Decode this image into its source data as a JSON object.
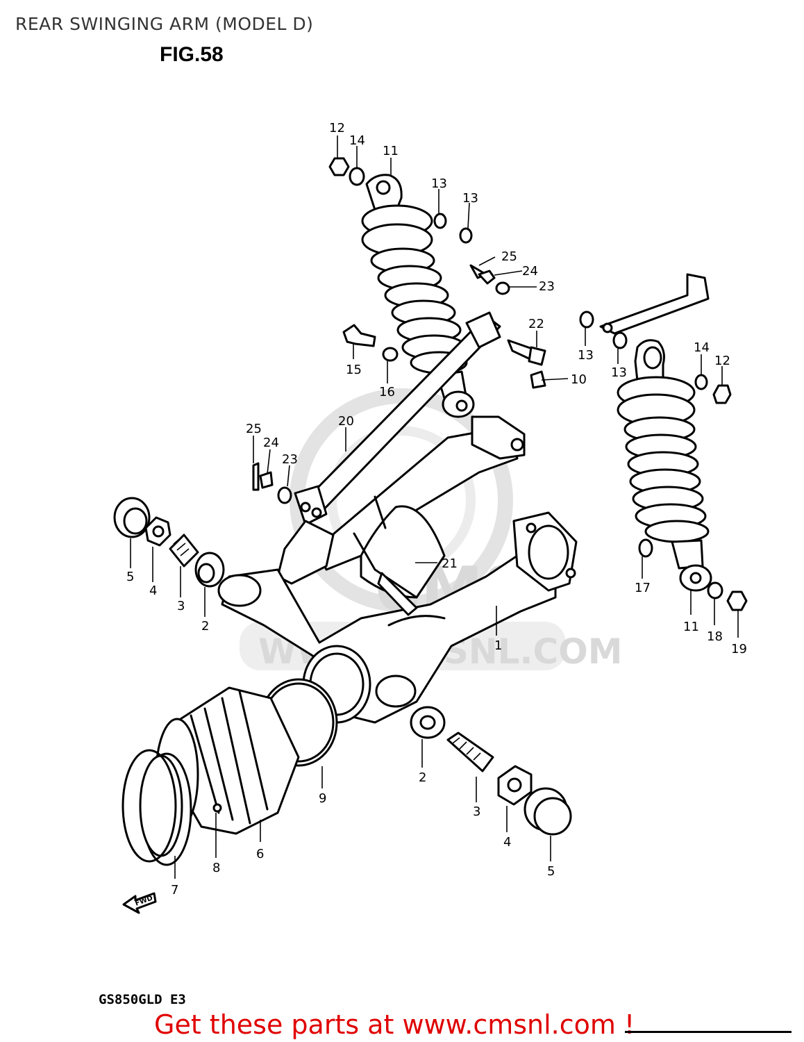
{
  "header": {
    "title": "REAR SWINGING ARM (MODEL D)",
    "figure": "FIG.58"
  },
  "watermark": {
    "text": "WWW.CMSNL.COM",
    "logo": "CMS"
  },
  "callouts": [
    {
      "id": "c12a",
      "label": "12"
    },
    {
      "id": "c14a",
      "label": "14"
    },
    {
      "id": "c11a",
      "label": "11"
    },
    {
      "id": "c13a",
      "label": "13"
    },
    {
      "id": "c13b",
      "label": "13"
    },
    {
      "id": "c25a",
      "label": "25"
    },
    {
      "id": "c24a",
      "label": "24"
    },
    {
      "id": "c23a",
      "label": "23"
    },
    {
      "id": "c22",
      "label": "22"
    },
    {
      "id": "c13c",
      "label": "13"
    },
    {
      "id": "c13d",
      "label": "13"
    },
    {
      "id": "c14b",
      "label": "14"
    },
    {
      "id": "c12b",
      "label": "12"
    },
    {
      "id": "c15",
      "label": "15"
    },
    {
      "id": "c16",
      "label": "16"
    },
    {
      "id": "c10",
      "label": "10"
    },
    {
      "id": "c20",
      "label": "20"
    },
    {
      "id": "c25b",
      "label": "25"
    },
    {
      "id": "c24b",
      "label": "24"
    },
    {
      "id": "c23b",
      "label": "23"
    },
    {
      "id": "c21",
      "label": "21"
    },
    {
      "id": "c17",
      "label": "17"
    },
    {
      "id": "c11b",
      "label": "11"
    },
    {
      "id": "c18",
      "label": "18"
    },
    {
      "id": "c19",
      "label": "19"
    },
    {
      "id": "c5a",
      "label": "5"
    },
    {
      "id": "c4a",
      "label": "4"
    },
    {
      "id": "c3a",
      "label": "3"
    },
    {
      "id": "c2a",
      "label": "2"
    },
    {
      "id": "c1",
      "label": "1"
    },
    {
      "id": "c9",
      "label": "9"
    },
    {
      "id": "c2b",
      "label": "2"
    },
    {
      "id": "c3b",
      "label": "3"
    },
    {
      "id": "c4b",
      "label": "4"
    },
    {
      "id": "c5b",
      "label": "5"
    },
    {
      "id": "c6",
      "label": "6"
    },
    {
      "id": "c8",
      "label": "8"
    },
    {
      "id": "c7",
      "label": "7"
    }
  ],
  "fwd_label": "FWD",
  "model_code": "GS850GLD E3",
  "footer": {
    "cta": "Get these parts at www.cmsnl.com !"
  }
}
